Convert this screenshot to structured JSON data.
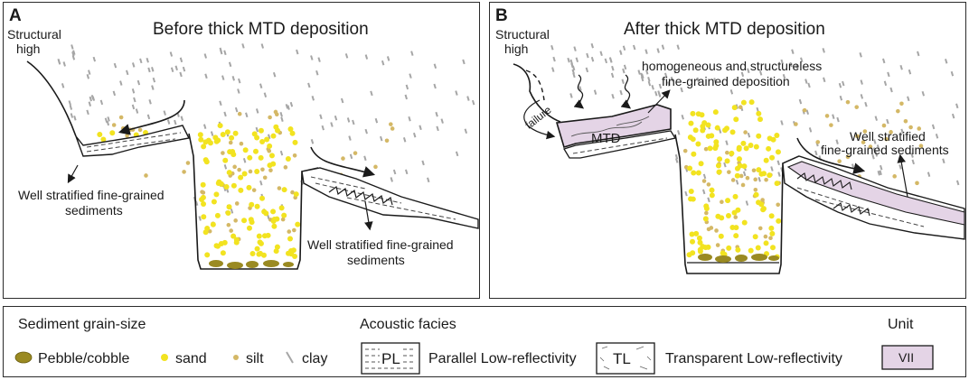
{
  "panels": {
    "a": {
      "letter": "A",
      "title": "Before thick MTD deposition",
      "structural_high": [
        "Structural",
        "high"
      ],
      "label_left": [
        "Well stratified fine-grained",
        "sediments"
      ],
      "label_right": [
        "Well stratified fine-grained",
        "sediments"
      ]
    },
    "b": {
      "letter": "B",
      "title": "After thick MTD deposition",
      "structural_high": [
        "Structural",
        "high"
      ],
      "homogeneous": [
        "homogeneous and structureless",
        "fine-grained deposition"
      ],
      "failure": "failure",
      "mtd": "MTD",
      "label_right": [
        "Well stratified",
        "fine-grained sediments"
      ]
    }
  },
  "legend": {
    "grain_title": "Sediment grain-size",
    "pebble": "Pebble/cobble",
    "sand": "sand",
    "silt": "silt",
    "clay": "clay",
    "facies_title": "Acoustic facies",
    "pl_code": "PL",
    "pl_label": "Parallel Low-reflectivity",
    "tl_code": "TL",
    "tl_label": "Transparent Low-reflectivity",
    "unit_title": "Unit",
    "unit_code": "VII"
  },
  "colors": {
    "sand": "#f2e320",
    "silt": "#d4b866",
    "clay": "#a6a6a6",
    "pebble": "#9a8a22",
    "mtd_fill": "#e4d4e6",
    "line": "#1a1a1a"
  }
}
